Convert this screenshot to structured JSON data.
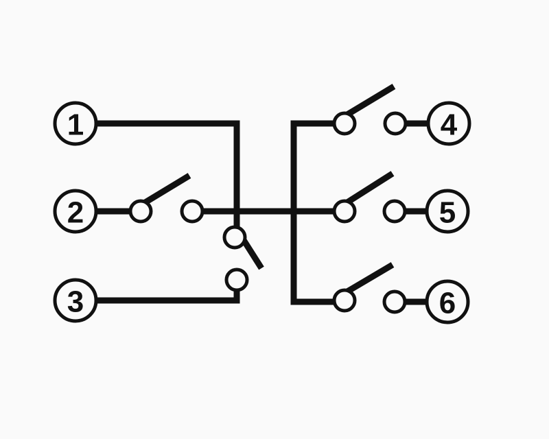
{
  "diagram": {
    "terminals": [
      {
        "label": "1"
      },
      {
        "label": "2"
      },
      {
        "label": "3"
      },
      {
        "label": "4"
      },
      {
        "label": "5"
      },
      {
        "label": "6"
      }
    ],
    "colors": {
      "line": "#111111",
      "background": "#fafafa"
    }
  }
}
